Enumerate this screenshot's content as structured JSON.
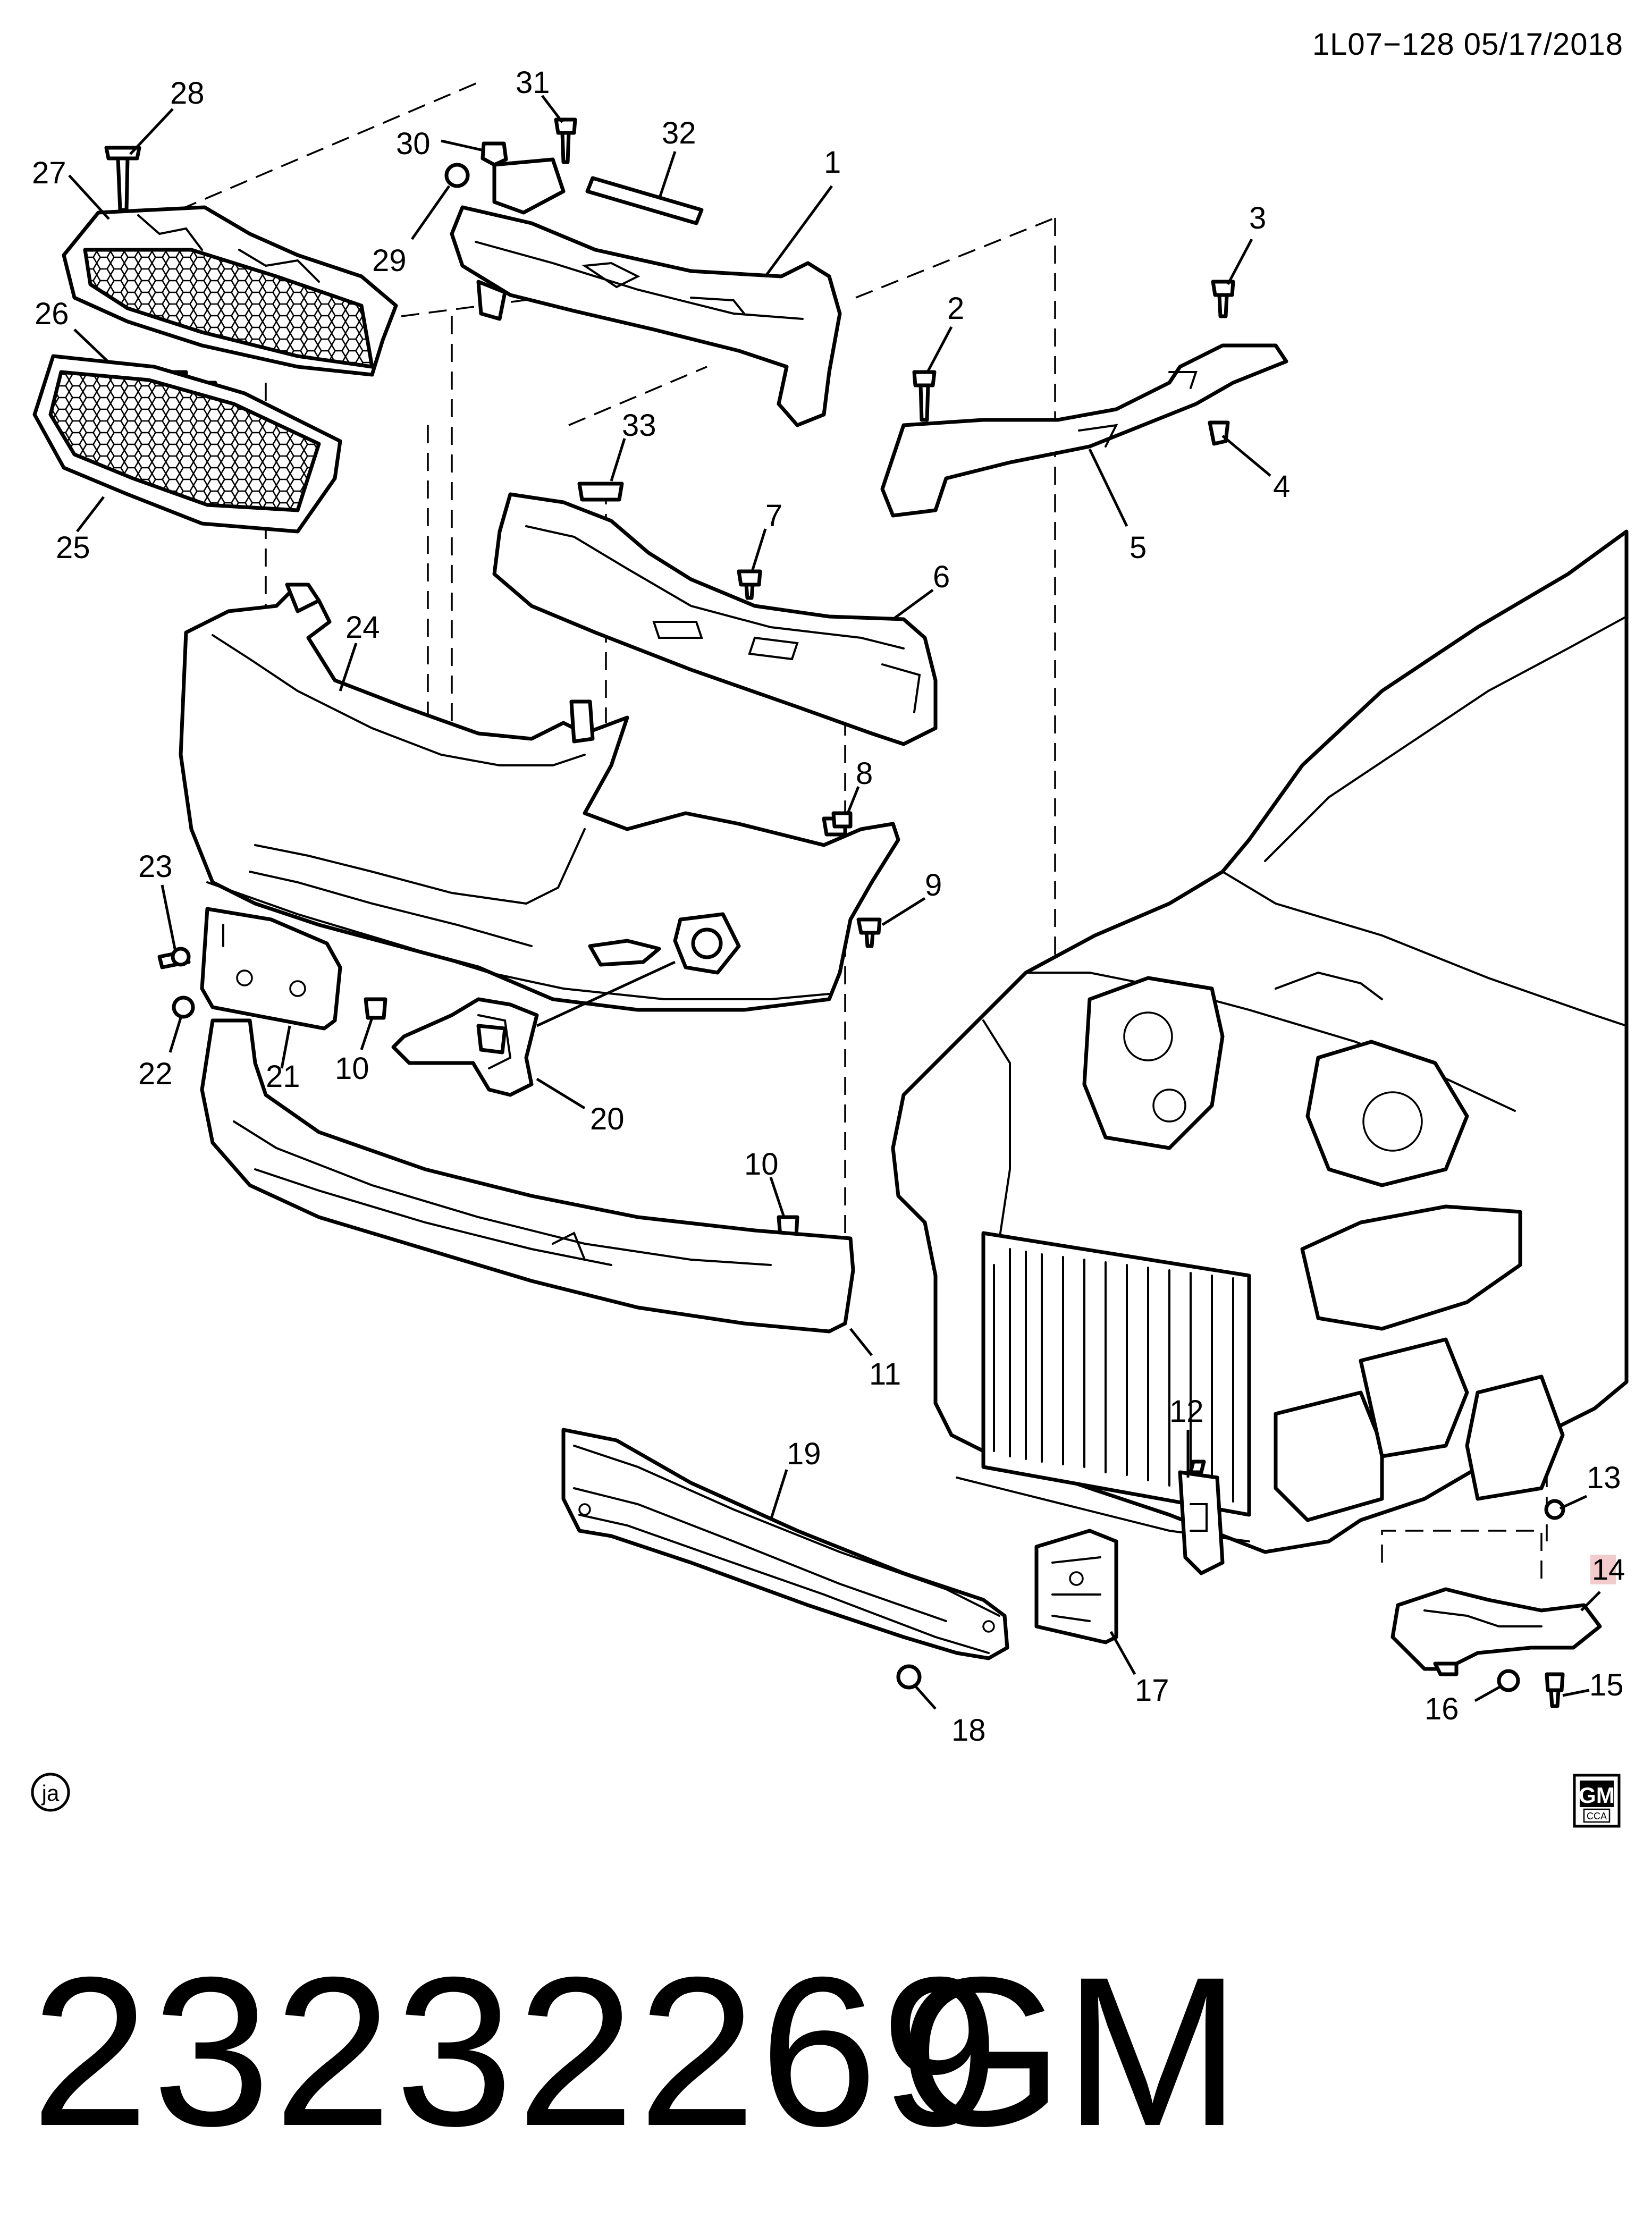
{
  "header": {
    "code": "1L07−128  05/17/2018"
  },
  "callouts": [
    "1",
    "2",
    "3",
    "4",
    "5",
    "6",
    "7",
    "8",
    "9",
    "10",
    "10",
    "11",
    "12",
    "13",
    "14",
    "15",
    "16",
    "17",
    "18",
    "19",
    "20",
    "21",
    "22",
    "23",
    "24",
    "25",
    "26",
    "27",
    "28",
    "29",
    "30",
    "31",
    "32",
    "33"
  ],
  "artist_mark": "ja",
  "logo": {
    "top": "GM",
    "bottom": "CCA"
  },
  "part_number": "23232269",
  "brand": "GM",
  "colors": {
    "ink": "#000000",
    "paper": "#ffffff",
    "highlight": "#e8a3a3"
  }
}
